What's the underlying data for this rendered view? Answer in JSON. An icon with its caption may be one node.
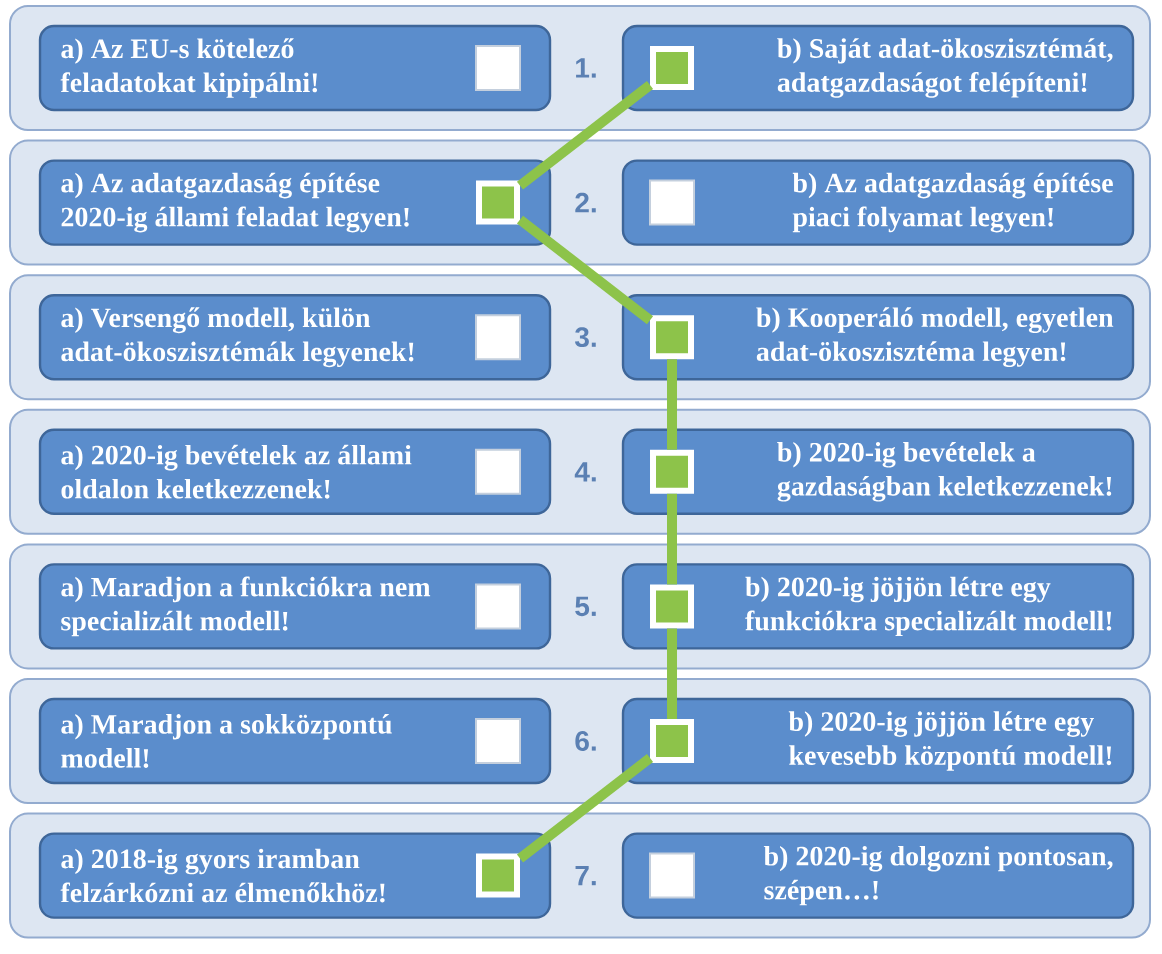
{
  "diagram": {
    "nodes": [
      {
        "text": [
          "1."
        ]
      },
      {
        "text": [
          "a) Az EU-s kötelező feladatokat kipipálni!"
        ],
        "in": 0
      },
      {
        "text": [],
        "shape": "box",
        "in": 1
      },
      {
        "text": [
          "b) Saját adat-ökoszisztémát, adatgazdaságot felépíteni!"
        ],
        "in": 0
      },
      {
        "text": [],
        "shape": "box",
        "in": 3
      },
      {
        "text": [
          "2."
        ]
      },
      {
        "text": [
          "a) Az adatgazdaság építése 2020-ig állami feladat legyen!"
        ],
        "in": 5
      },
      {
        "text": [],
        "shape": "box",
        "in": 6
      },
      {
        "text": [
          "b) Az adatgazdaság építése piaci folyamat legyen!"
        ],
        "in": 5
      },
      {
        "text": [],
        "shape": "box",
        "in": 8
      },
      {
        "text": [
          "3."
        ]
      },
      {
        "text": [
          "a) Versengő modell, külön adat-ökoszisztémák legyenek!"
        ],
        "in": 10
      },
      {
        "text": [],
        "shape": "box",
        "in": 11
      },
      {
        "text": [
          "b) Kooperáló modell, egyetlen adat-ökoszisztéma legyen!"
        ],
        "in": 10
      },
      {
        "text": [],
        "shape": "box",
        "in": 13
      },
      {
        "text": [
          "4."
        ]
      },
      {
        "text": [
          "a) 2020-ig bevételek az állami oldalon keletkezzenek!"
        ],
        "in": 15
      },
      {
        "text": [],
        "shape": "box",
        "in": 16
      },
      {
        "text": [
          "b) 2020-ig bevételek a gazdaságban keletkezzenek!"
        ],
        "in": 15
      },
      {
        "text": [],
        "shape": "box",
        "in": 18
      },
      {
        "text": [
          "5."
        ]
      },
      {
        "text": [
          "a) Maradjon a funkciókra nem specializált modell!"
        ],
        "in": 20
      },
      {
        "text": [],
        "shape": "box",
        "in": 21
      },
      {
        "text": [
          "b) 2020-ig jöjjön létre egy funkciókra specializált modell!"
        ],
        "in": 20
      },
      {
        "text": [],
        "shape": "box",
        "in": 23
      },
      {
        "text": [
          "6."
        ]
      },
      {
        "text": [
          "a) Maradjon a sokközpontú modell!"
        ],
        "in": 25
      },
      {
        "text": [],
        "shape": "box",
        "in": 26
      },
      {
        "text": [
          "b) 2020-ig jöjjön létre egy kevesebb központú modell!"
        ],
        "in": 25
      },
      {
        "text": [],
        "shape": "box",
        "in": 28
      },
      {
        "text": [
          "7."
        ]
      },
      {
        "text": [
          "a) 2018-ig gyors iramban felzárkózni az élmenőkhöz!"
        ],
        "in": 30
      },
      {
        "text": [],
        "shape": "box",
        "in": 31
      },
      {
        "text": [
          "b) 2020-ig dolgozni pontosan, szépen…!"
        ],
        "in": 30
      },
      {
        "text": [],
        "shape": "box",
        "in": 33
      }
    ],
    "edges": [
      {
        "from": 4,
        "to": 7,
        "arrow": "none"
      },
      {
        "from": 7,
        "to": 14,
        "arrow": "none"
      },
      {
        "from": 14,
        "to": 19,
        "arrow": "none"
      },
      {
        "from": 19,
        "to": 24,
        "arrow": "none"
      },
      {
        "from": 24,
        "to": 29,
        "arrow": "none"
      },
      {
        "from": 29,
        "to": 32,
        "arrow": "none"
      }
    ]
  }
}
